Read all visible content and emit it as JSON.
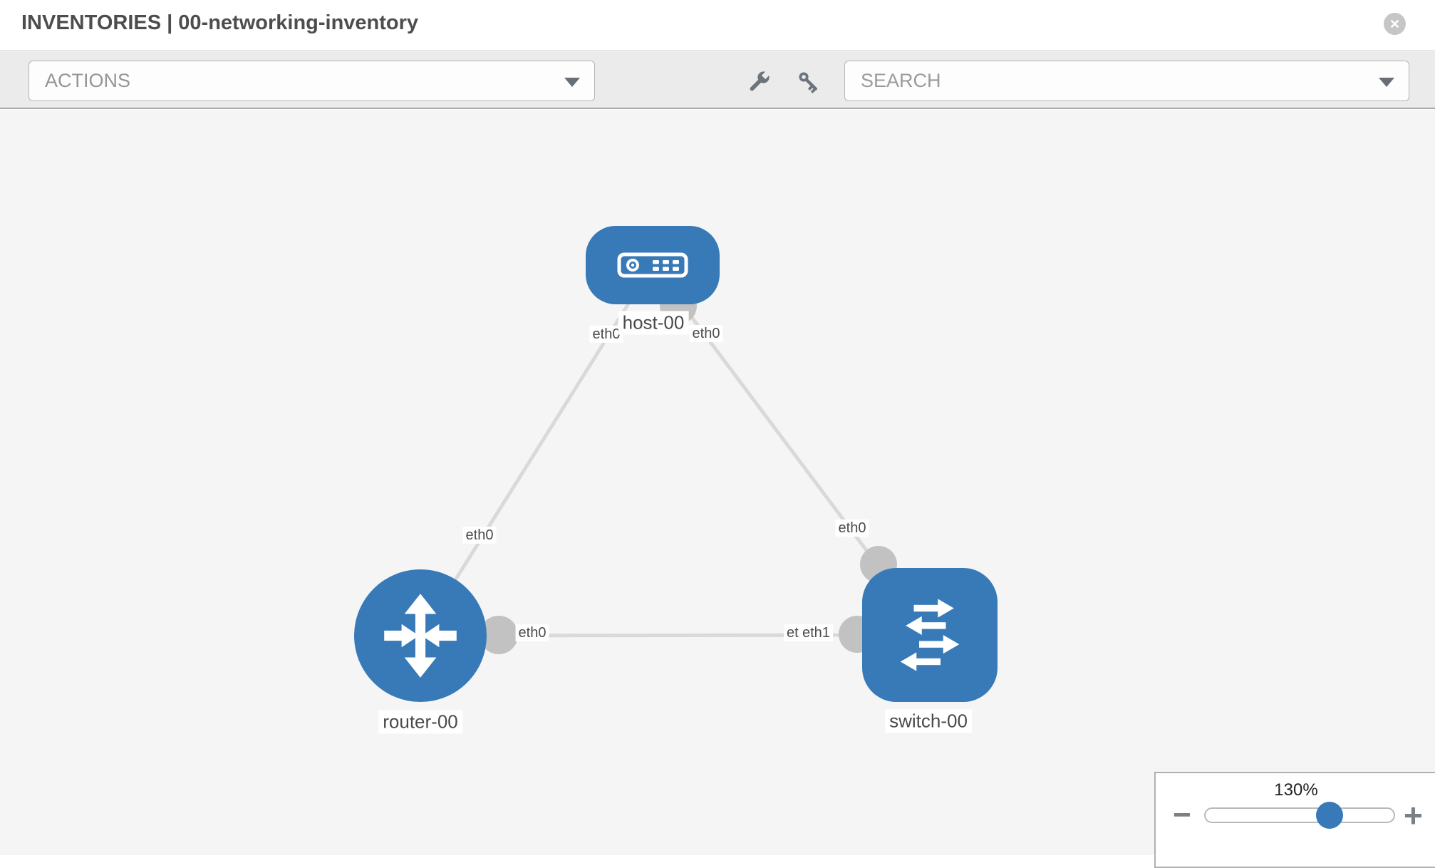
{
  "header": {
    "title": "INVENTORIES | 00-networking-inventory"
  },
  "toolbar": {
    "actions_label": "ACTIONS",
    "search_placeholder": "SEARCH"
  },
  "icons": {
    "header": [
      "close-icon"
    ],
    "toolbar": [
      "wrench-icon",
      "key-icon"
    ],
    "dropdowns": [
      "chevron-down-icon"
    ],
    "node_glyphs": {
      "host-00": "server-icon",
      "router-00": "router-arrows-icon",
      "switch-00": "switch-arrows-icon"
    }
  },
  "colors": {
    "node_blue": "#377AB7",
    "link_gray": "#D9D9D9",
    "connector_gray": "#C2C2C2",
    "toolbar_gray": "#EBEBEB",
    "canvas_gray": "#F5F5F5",
    "label_text": "#4A4A4A"
  },
  "topology": {
    "nodes": [
      {
        "id": "host-00",
        "label": "host-00",
        "type": "host"
      },
      {
        "id": "router-00",
        "label": "router-00",
        "type": "router"
      },
      {
        "id": "switch-00",
        "label": "switch-00",
        "type": "switch"
      }
    ],
    "links": [
      {
        "source": "host-00",
        "target": "router-00",
        "source_interface": "eth0",
        "target_interface": "eth0"
      },
      {
        "source": "host-00",
        "target": "switch-00",
        "source_interface": "eth0",
        "target_interface": "eth0"
      },
      {
        "source": "router-00",
        "target": "switch-00",
        "source_interface": "eth0",
        "target_interface": "eth1",
        "target_interface_occluded": "eth0"
      }
    ]
  },
  "zoom_control": {
    "value": "130%",
    "minus_label": "−",
    "plus_label": "+"
  }
}
